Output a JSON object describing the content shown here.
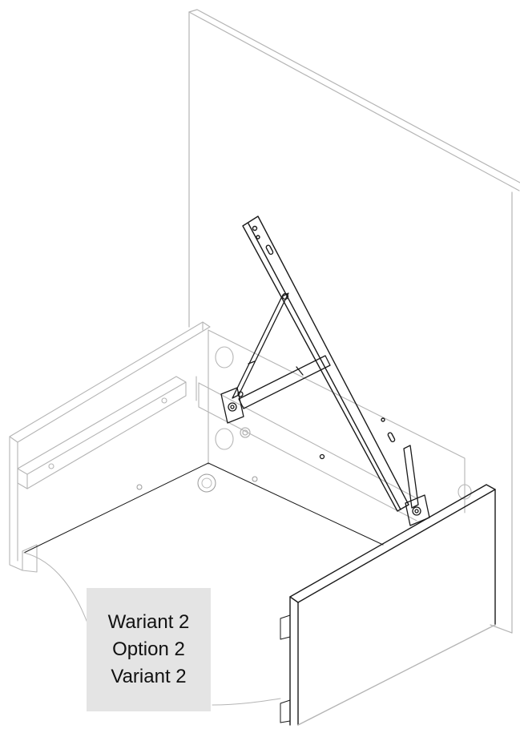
{
  "caption": {
    "lines": [
      "Wariant 2",
      "Option 2",
      "Variant 2"
    ]
  },
  "colors": {
    "outline_dark": "#1a1a1a",
    "outline_light": "#b5b5b5",
    "caption_bg": "#e4e4e4"
  }
}
